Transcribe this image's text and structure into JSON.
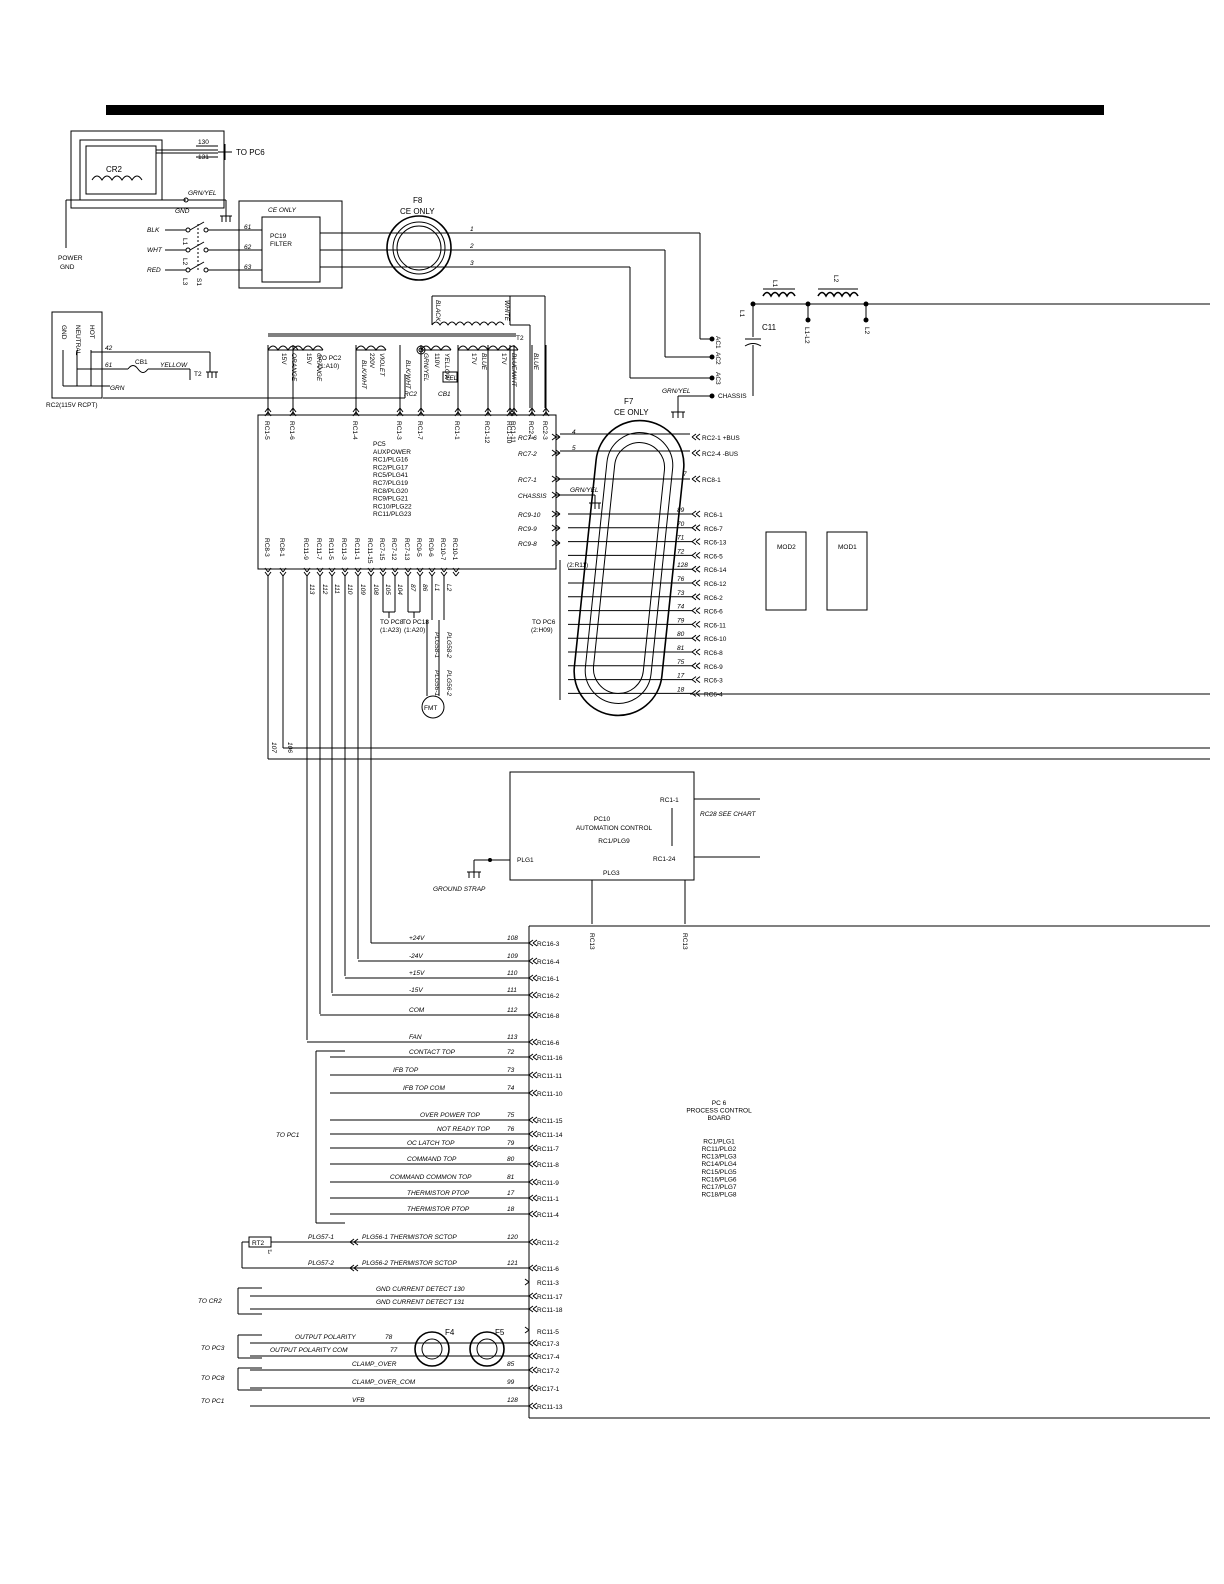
{
  "cr2": {
    "ref": "CR2",
    "wire_130": "130",
    "wire_131": "131",
    "to": "TO PC6"
  },
  "power": {
    "power_gnd": [
      "POWER",
      "GND"
    ],
    "gnd": "GND",
    "grn_yel": "GRN/YEL",
    "wires": [
      "BLK",
      "WHT",
      "RED"
    ],
    "switch_poles": [
      "L1",
      "L2",
      "L3"
    ],
    "switch_ref": "S1"
  },
  "pc19": {
    "ce": "CE ONLY",
    "name": [
      "PC19",
      "FILTER"
    ],
    "pins": [
      "61",
      "62",
      "63"
    ]
  },
  "f8": {
    "ref": "F8",
    "ce": "CE ONLY",
    "wires": [
      "1",
      "2",
      "3"
    ]
  },
  "rc2": {
    "label": "RC2(115V RCPT)",
    "pins": [
      "GND",
      "NEUTRAL",
      "HOT"
    ],
    "wire_42": "42",
    "wire_61": "61",
    "cb1": "CB1",
    "yellow": "YELLOW",
    "t2": "T2",
    "grn": "GRN"
  },
  "transformer": {
    "top_wires": [
      "BLACK",
      "WHITE"
    ],
    "t2": "T2",
    "windings": [
      {
        "v": "15V",
        "color": "ORANGE",
        "pin": "RC1-5"
      },
      {
        "v": "15V",
        "color": "ORANGE",
        "pin": "RC1-6"
      },
      {
        "v": "220V",
        "color": "VIOLET",
        "color2": "BLK/WHT",
        "pin": "RC1-4"
      },
      {
        "v": "",
        "color": "GRN/YEL",
        "color2": "BLK/WHT",
        "pin": "RC1-3"
      },
      {
        "v": "110V",
        "color": "YELLOW",
        "pin": "RC1-7"
      },
      {
        "v": "17V",
        "color": "BLUE",
        "pin": "RC1-1"
      },
      {
        "v": "17V",
        "color": "BLUE/WHT",
        "pin": "RC1-12"
      },
      {
        "v": "",
        "color": "BLUE",
        "pin": "RC1-10"
      }
    ],
    "extra_pins": [
      "RC1-11",
      "RC2-1",
      "RC2-3"
    ],
    "to_pc2": [
      "TO PC2",
      "(1:A10)"
    ],
    "rc2": "RC2",
    "cb1": "CB1"
  },
  "pc5": {
    "lines": [
      "PC5",
      "AUXPOWER",
      "RC1/PLG16",
      "RC2/PLG17",
      "RC5/PLG41",
      "RC7/PLG19",
      "RC8/PLG20",
      "RC9/PLG21",
      "RC10/PLG22",
      "RC11/PLG23"
    ],
    "right_pins": [
      "RC7-6",
      "RC7-2",
      "RC7-1",
      "CHASSIS",
      "RC9-10",
      "RC9-9",
      "RC9-8"
    ],
    "right_wires": [
      "4",
      "5"
    ],
    "bottom_pins": [
      "RC8-3",
      "RC8-1",
      "RC11-9",
      "RC11-7",
      "RC11-5",
      "RC11-3",
      "RC11-1",
      "RC11-15",
      "RC7-15",
      "RC7-12",
      "RC7-13",
      "RC9-5",
      "RC9-6",
      "RC10-7",
      "RC10-1"
    ],
    "bottom_wires": [
      "113",
      "112",
      "111",
      "110",
      "109",
      "108",
      "105",
      "104",
      "87",
      "86",
      "L1",
      "L2"
    ],
    "plgs": [
      "PLG58-1",
      "PLG58-2",
      "PLG56-1",
      "PLG56-2"
    ],
    "fmt": "FMT",
    "to_pc8": [
      "TO PC8",
      "(1:A23)"
    ],
    "to_pc18": [
      "TO PC18",
      "(1:A20)"
    ],
    "wire_107": "107",
    "wire_106": "106"
  },
  "filter_right": {
    "inductors": [
      "L1",
      "L2"
    ],
    "cap": "C11",
    "cap_ref": "L1",
    "nodes": [
      "L1-L2",
      "L2"
    ],
    "ac_pins": [
      "AC1",
      "AC2",
      "AC3",
      "CHASSIS"
    ],
    "grn_yel": "GRN/YEL"
  },
  "f7": {
    "ref": "F7",
    "ce": "CE ONLY",
    "wire_7": "7",
    "bus": [
      {
        "pin": "RC2-1",
        "name": "+BUS"
      },
      {
        "pin": "RC2-4",
        "name": "-BUS"
      }
    ],
    "rc8": "RC8-1",
    "grn_yel": "GRN/YEL",
    "chassis": "CHASSIS",
    "rows": [
      {
        "wire": "89",
        "pin": "RC6-1"
      },
      {
        "wire": "70",
        "pin": "RC6-7"
      },
      {
        "wire": "71",
        "pin": "RC6-13"
      },
      {
        "wire": "72",
        "pin": "RC6-5"
      },
      {
        "wire": "128",
        "pin": "RC6-14"
      },
      {
        "wire": "76",
        "pin": "RC6-12"
      },
      {
        "wire": "73",
        "pin": "RC6-2"
      },
      {
        "wire": "74",
        "pin": "RC6-6"
      },
      {
        "wire": "79",
        "pin": "RC6-11"
      },
      {
        "wire": "80",
        "pin": "RC6-10"
      },
      {
        "wire": "81",
        "pin": "RC6-8"
      },
      {
        "wire": "75",
        "pin": "RC6-9"
      },
      {
        "wire": "17",
        "pin": "RC6-3"
      },
      {
        "wire": "18",
        "pin": "RC6-4"
      }
    ],
    "r11": "(2:R11)",
    "to_pc6": [
      "TO PC6",
      "(2:H09)"
    ]
  },
  "mods": [
    "MOD2",
    "MOD1"
  ],
  "pc10": {
    "lines": [
      "PC10",
      "AUTOMATION CONTROL",
      "RC1/PLG9"
    ],
    "pin_top": "RC1-1",
    "pin_bottom": "RC1-24",
    "rc28": "RC28  SEE CHART",
    "plg1": "PLG1",
    "plg3": "PLG3",
    "rc13": [
      "RC13",
      "RC13"
    ],
    "ground_strap": "GROUND STRAP"
  },
  "rc16_rows": [
    {
      "label": "+24V",
      "wire": "108",
      "pin": "RC16-3"
    },
    {
      "label": "-24V",
      "wire": "109",
      "pin": "RC16-4"
    },
    {
      "label": "+15V",
      "wire": "110",
      "pin": "RC16-1"
    },
    {
      "label": "-15V",
      "wire": "111",
      "pin": "RC16-2"
    },
    {
      "label": "COM",
      "wire": "112",
      "pin": "RC16-8"
    },
    {
      "label": "FAN",
      "wire": "113",
      "pin": "RC16-6"
    }
  ],
  "rc11_rows": [
    {
      "label": "CONTACT TOP",
      "wire": "72",
      "pin": "RC11-16"
    },
    {
      "label": "IFB TOP",
      "wire": "73",
      "pin": "RC11-11"
    },
    {
      "label": "IFB TOP COM",
      "wire": "74",
      "pin": "RC11-10"
    },
    {
      "label": "OVER POWER TOP",
      "wire": "75",
      "pin": "RC11-15"
    },
    {
      "label": "NOT READY TOP",
      "wire": "76",
      "pin": "RC11-14"
    },
    {
      "label": "OC LATCH TOP",
      "wire": "79",
      "pin": "RC11-7"
    },
    {
      "label": "COMMAND TOP",
      "wire": "80",
      "pin": "RC11-8"
    },
    {
      "label": "COMMAND COMMON TOP",
      "wire": "81",
      "pin": "RC11-9"
    },
    {
      "label": "THERMISTOR PTOP",
      "wire": "17",
      "pin": "RC11-1"
    },
    {
      "label": "THERMISTOR PTOP",
      "wire": "18",
      "pin": "RC11-4"
    }
  ],
  "to_pc1": "TO PC1",
  "thermistor": {
    "rt2": "RT2",
    "t": "t°",
    "rows": [
      {
        "plg57": "PLG57-1",
        "plg56": "PLG56-1",
        "label": "THERMISTOR SCTOP",
        "wire": "120",
        "pin": "RC11-2"
      },
      {
        "plg57": "PLG57-2",
        "plg56": "PLG56-2",
        "label": "THERMISTOR SCTOP",
        "wire": "121",
        "pin": "RC11-6"
      }
    ]
  },
  "rc11_extra": "RC11-3",
  "gnd_rows": [
    {
      "label": "GND CURRENT DETECT 130",
      "pin": "RC11-17"
    },
    {
      "label": "GND CURRENT DETECT 131",
      "pin": "RC11-18"
    }
  ],
  "to_cr2": "TO CR2",
  "rc11_5": "RC11-5",
  "bottom_rows": [
    {
      "label": "OUTPUT POLARITY",
      "wire": "78",
      "pin": "RC17-3",
      "to": "TO PC3"
    },
    {
      "label": "OUTPUT POLARITY COM",
      "wire": "77",
      "pin": "RC17-4",
      "to": ""
    },
    {
      "label": "CLAMP_OVER",
      "wire": "85",
      "pin": "RC17-2",
      "to": "TO PC8"
    },
    {
      "label": "CLAMP_OVER_COM",
      "wire": "99",
      "pin": "RC17-1",
      "to": ""
    },
    {
      "label": "VFB",
      "wire": "128",
      "pin": "RC11-13",
      "to": "TO PC1"
    }
  ],
  "ferrites": [
    "F4",
    "F5"
  ],
  "pc6": {
    "lines": [
      "PC 6",
      "PROCESS CONTROL",
      "BOARD",
      "",
      "RC1/PLG1",
      "RC11/PLG2",
      "RC13/PLG3",
      "RC14/PLG4",
      "RC15/PLG5",
      "RC16/PLG6",
      "RC17/PLG7",
      "RC18/PLG8"
    ]
  }
}
